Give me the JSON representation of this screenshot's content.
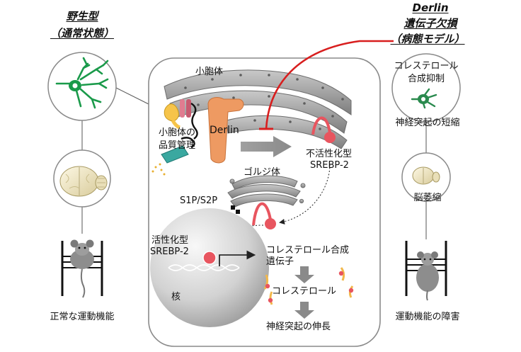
{
  "left_panel": {
    "title_line1": "野生型",
    "title_line2": "（通常状態）",
    "mouse_caption": "正常な運動機能"
  },
  "right_panel": {
    "title_line1": "Derlin",
    "title_line2": "遺伝子欠損",
    "title_line3": "（病態モデル）",
    "cholesterol_line1": "コレステロール",
    "cholesterol_line2": "合成抑制",
    "neurite_caption": "神経突起の短縮",
    "brain_caption": "脳萎縮",
    "mouse_caption": "運動機能の障害"
  },
  "center_panel": {
    "er_label": "小胞体",
    "qc_line1": "小胞体の",
    "qc_line2": "品質管理",
    "derlin_label": "Derlin",
    "inactive_line1": "不活性化型",
    "inactive_line2": "SREBP-2",
    "golgi_label": "ゴルジ体",
    "protease_label": "S1P/S2P",
    "active_line1": "活性化型",
    "active_line2": "SREBP-2",
    "gene_line1": "コレステロール合成",
    "gene_line2": "遺伝子",
    "cholesterol_label": "コレステロール",
    "nucleus_label": "核",
    "elongation_label": "神経突起の伸長"
  },
  "colors": {
    "inhibition_red": "#d81e1e",
    "srebp_pink": "#e8555f",
    "derlin_orange": "#ee9a62",
    "neuron_green_left": "#1a9a4a",
    "neuron_green_right": "#2a8a4e"
  }
}
